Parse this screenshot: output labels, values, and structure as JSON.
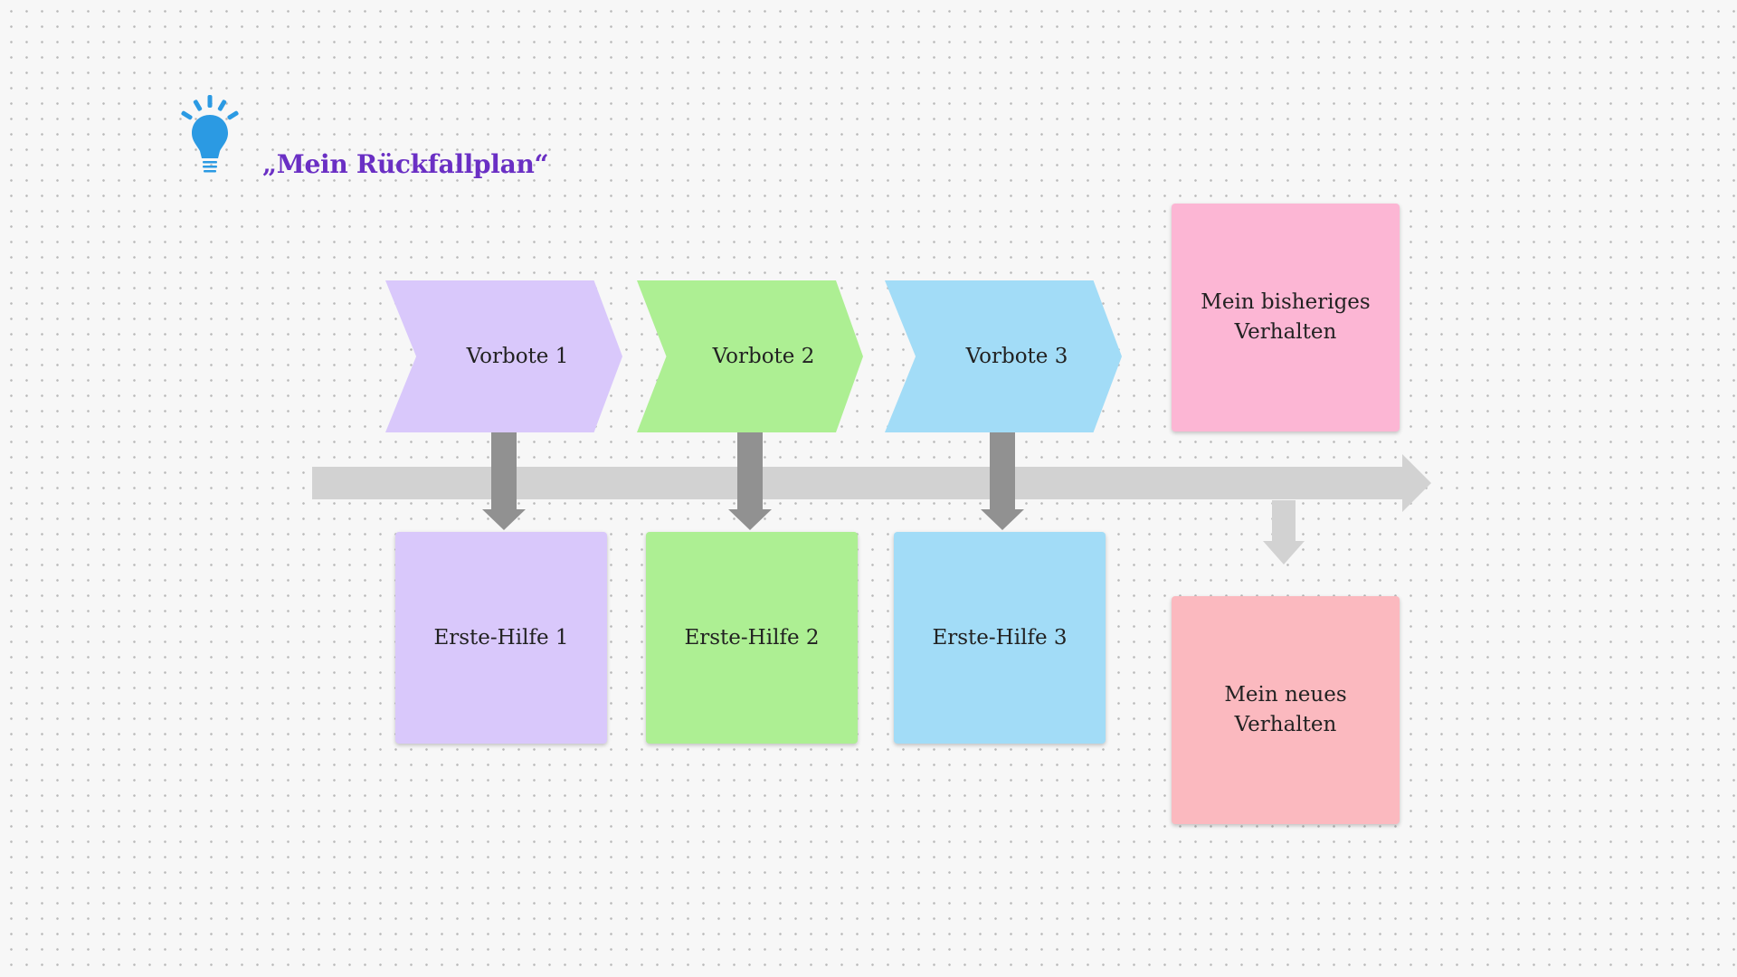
{
  "title": "„Mein Rückfallplan“",
  "icon": "lightbulb-icon",
  "colors": {
    "title": "#6a2fc4",
    "lavender": "#d9c8fb",
    "green": "#adef93",
    "blue": "#a2dcf7",
    "pink": "#fcb6d4",
    "salmon": "#fbb9bf",
    "timeline": "#d2d2d2",
    "arrow": "#919191",
    "bulb": "#2b9ae3"
  },
  "warning_signs": [
    {
      "label": "Vorbote 1"
    },
    {
      "label": "Vorbote 2"
    },
    {
      "label": "Vorbote 3"
    }
  ],
  "first_aid": [
    {
      "label": "Erste-Hilfe 1"
    },
    {
      "label": "Erste-Hilfe 2"
    },
    {
      "label": "Erste-Hilfe 3"
    }
  ],
  "previous_behavior": {
    "line1": "Mein bisheriges",
    "line2": "Verhalten"
  },
  "new_behavior": {
    "line1": "Mein neues",
    "line2": "Verhalten"
  }
}
